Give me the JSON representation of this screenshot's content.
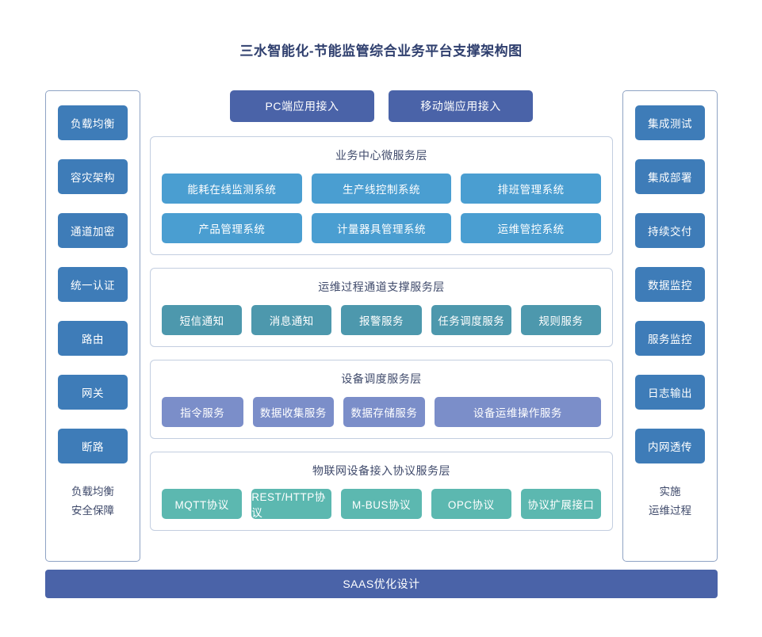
{
  "page_title": "三水智能化-节能监管综合业务平台支撑架构图",
  "colors": {
    "title": "#2f3f6e",
    "side_button": "#3e7cb8",
    "access_button": "#4a63a8",
    "business_node": "#4a9ed1",
    "ops_node": "#4d98ad",
    "device_node": "#7b8ec9",
    "iot_node": "#5cb8b0",
    "bottom_bar": "#4a63a8",
    "panel_border": "#8fa3c4",
    "layer_border": "#c3cee0",
    "background": "#ffffff"
  },
  "left_panel": {
    "items": [
      {
        "label": "负载均衡"
      },
      {
        "label": "容灾架构"
      },
      {
        "label": "通道加密"
      },
      {
        "label": "统一认证"
      },
      {
        "label": "路由"
      },
      {
        "label": "网关"
      },
      {
        "label": "断路"
      }
    ],
    "footer_line1": "负载均衡",
    "footer_line2": "安全保障"
  },
  "right_panel": {
    "items": [
      {
        "label": "集成测试"
      },
      {
        "label": "集成部署"
      },
      {
        "label": "持续交付"
      },
      {
        "label": "数据监控"
      },
      {
        "label": "服务监控"
      },
      {
        "label": "日志输出"
      },
      {
        "label": "内网透传"
      }
    ],
    "footer_line1": "实施",
    "footer_line2": "运维过程"
  },
  "access_row": {
    "buttons": [
      {
        "label": "PC端应用接入"
      },
      {
        "label": "移动端应用接入"
      }
    ]
  },
  "layers": [
    {
      "title": "业务中心微服务层",
      "style": "biz",
      "rows": [
        [
          {
            "label": "能耗在线监测系统"
          },
          {
            "label": "生产线控制系统"
          },
          {
            "label": "排班管理系统"
          }
        ],
        [
          {
            "label": "产品管理系统"
          },
          {
            "label": "计量器具管理系统"
          },
          {
            "label": "运维管控系统"
          }
        ]
      ]
    },
    {
      "title": "运维过程通道支撑服务层",
      "style": "ops",
      "rows": [
        [
          {
            "label": "短信通知"
          },
          {
            "label": "消息通知"
          },
          {
            "label": "报警服务"
          },
          {
            "label": "任务调度服务"
          },
          {
            "label": "规则服务"
          }
        ]
      ]
    },
    {
      "title": "设备调度服务层",
      "style": "dev",
      "rows": [
        [
          {
            "label": "指令服务"
          },
          {
            "label": "数据收集服务"
          },
          {
            "label": "数据存储服务"
          },
          {
            "label": "设备运维操作服务",
            "wide": true
          }
        ]
      ]
    },
    {
      "title": "物联网设备接入协议服务层",
      "style": "iot",
      "rows": [
        [
          {
            "label": "MQTT协议"
          },
          {
            "label": "REST/HTTP协议"
          },
          {
            "label": "M-BUS协议"
          },
          {
            "label": "OPC协议"
          },
          {
            "label": "协议扩展接口"
          }
        ]
      ]
    }
  ],
  "bottom_bar": {
    "label": "SAAS优化设计"
  }
}
